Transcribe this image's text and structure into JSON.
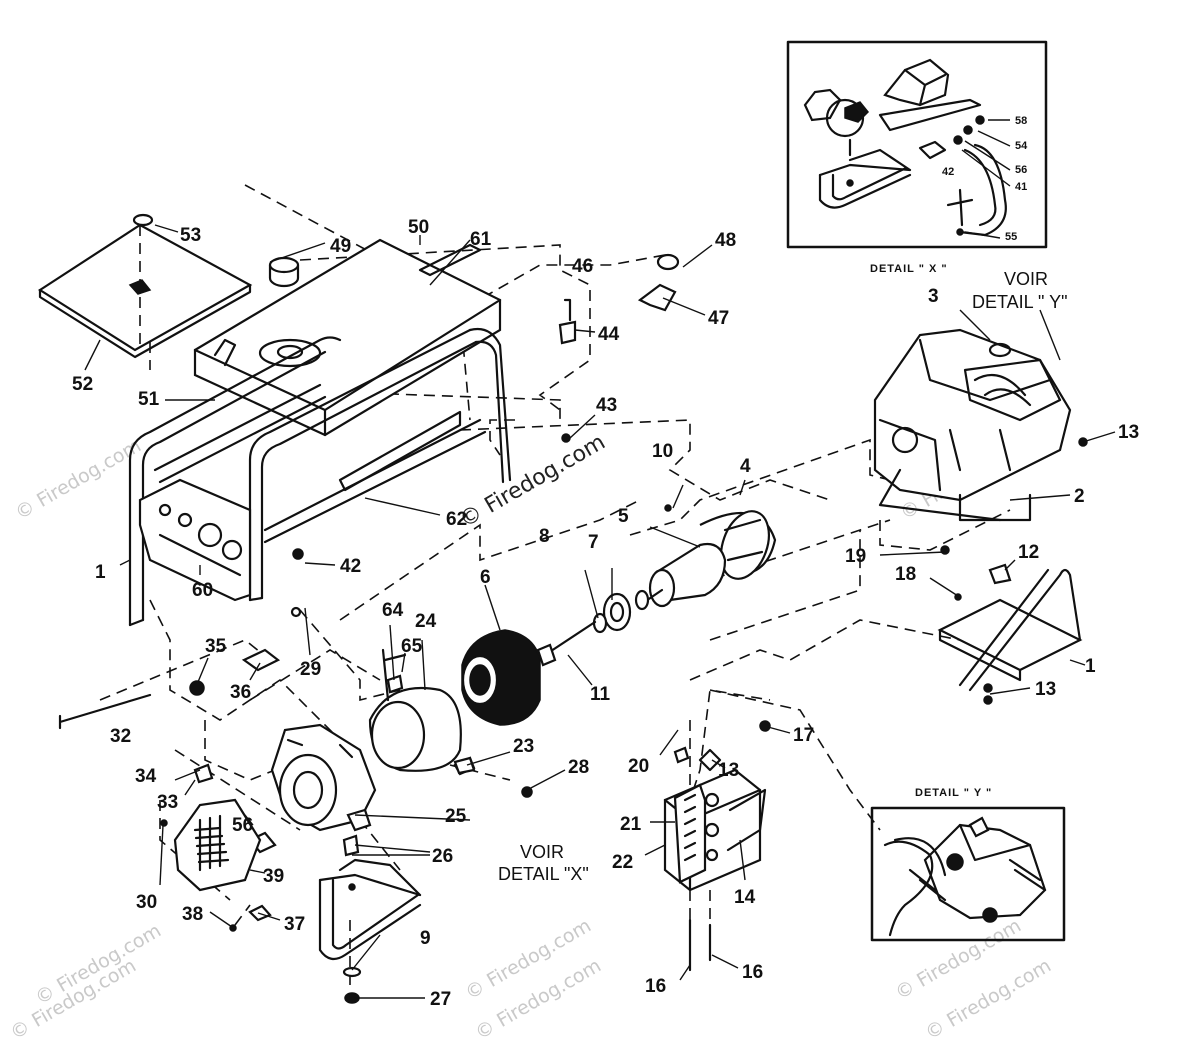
{
  "watermark": {
    "text": "© Firedog.com"
  },
  "callouts": {
    "c1": "1",
    "c1b": "1",
    "c2": "2",
    "c3": "3",
    "c4": "4",
    "c5": "5",
    "c6": "6",
    "c7": "7",
    "c8": "8",
    "c9": "9",
    "c10": "10",
    "c11": "11",
    "c12": "12",
    "c13a": "13",
    "c13b": "13",
    "c13c": "13",
    "c14": "14",
    "c16a": "16",
    "c16b": "16",
    "c17": "17",
    "c18": "18",
    "c19": "19",
    "c20": "20",
    "c21": "21",
    "c22": "22",
    "c23": "23",
    "c24": "24",
    "c25": "25",
    "c26": "26",
    "c27": "27",
    "c28": "28",
    "c29": "29",
    "c30": "30",
    "c32": "32",
    "c33": "33",
    "c34": "34",
    "c35": "35",
    "c36": "36",
    "c37": "37",
    "c38": "38",
    "c39": "39",
    "c42": "42",
    "c43": "43",
    "c44": "44",
    "c46": "46",
    "c47": "47",
    "c48": "48",
    "c49": "49",
    "c50": "50",
    "c51": "51",
    "c52": "52",
    "c53": "53",
    "c56": "56",
    "c60": "60",
    "c61": "61",
    "c62": "62",
    "c64": "64",
    "c65": "65"
  },
  "detail_x": {
    "title": "DETAIL  \" X \"",
    "callouts": {
      "d58": "58",
      "d54": "54",
      "d56": "56",
      "d41": "41",
      "d42": "42",
      "d55": "55"
    }
  },
  "detail_y": {
    "title": "DETAIL  \" Y \""
  },
  "notes": {
    "voir_y_line1": "VOIR",
    "voir_y_line2": "DETAIL \" Y\"",
    "voir_x_line1": "VOIR",
    "voir_x_line2": "DETAIL \"X\""
  }
}
